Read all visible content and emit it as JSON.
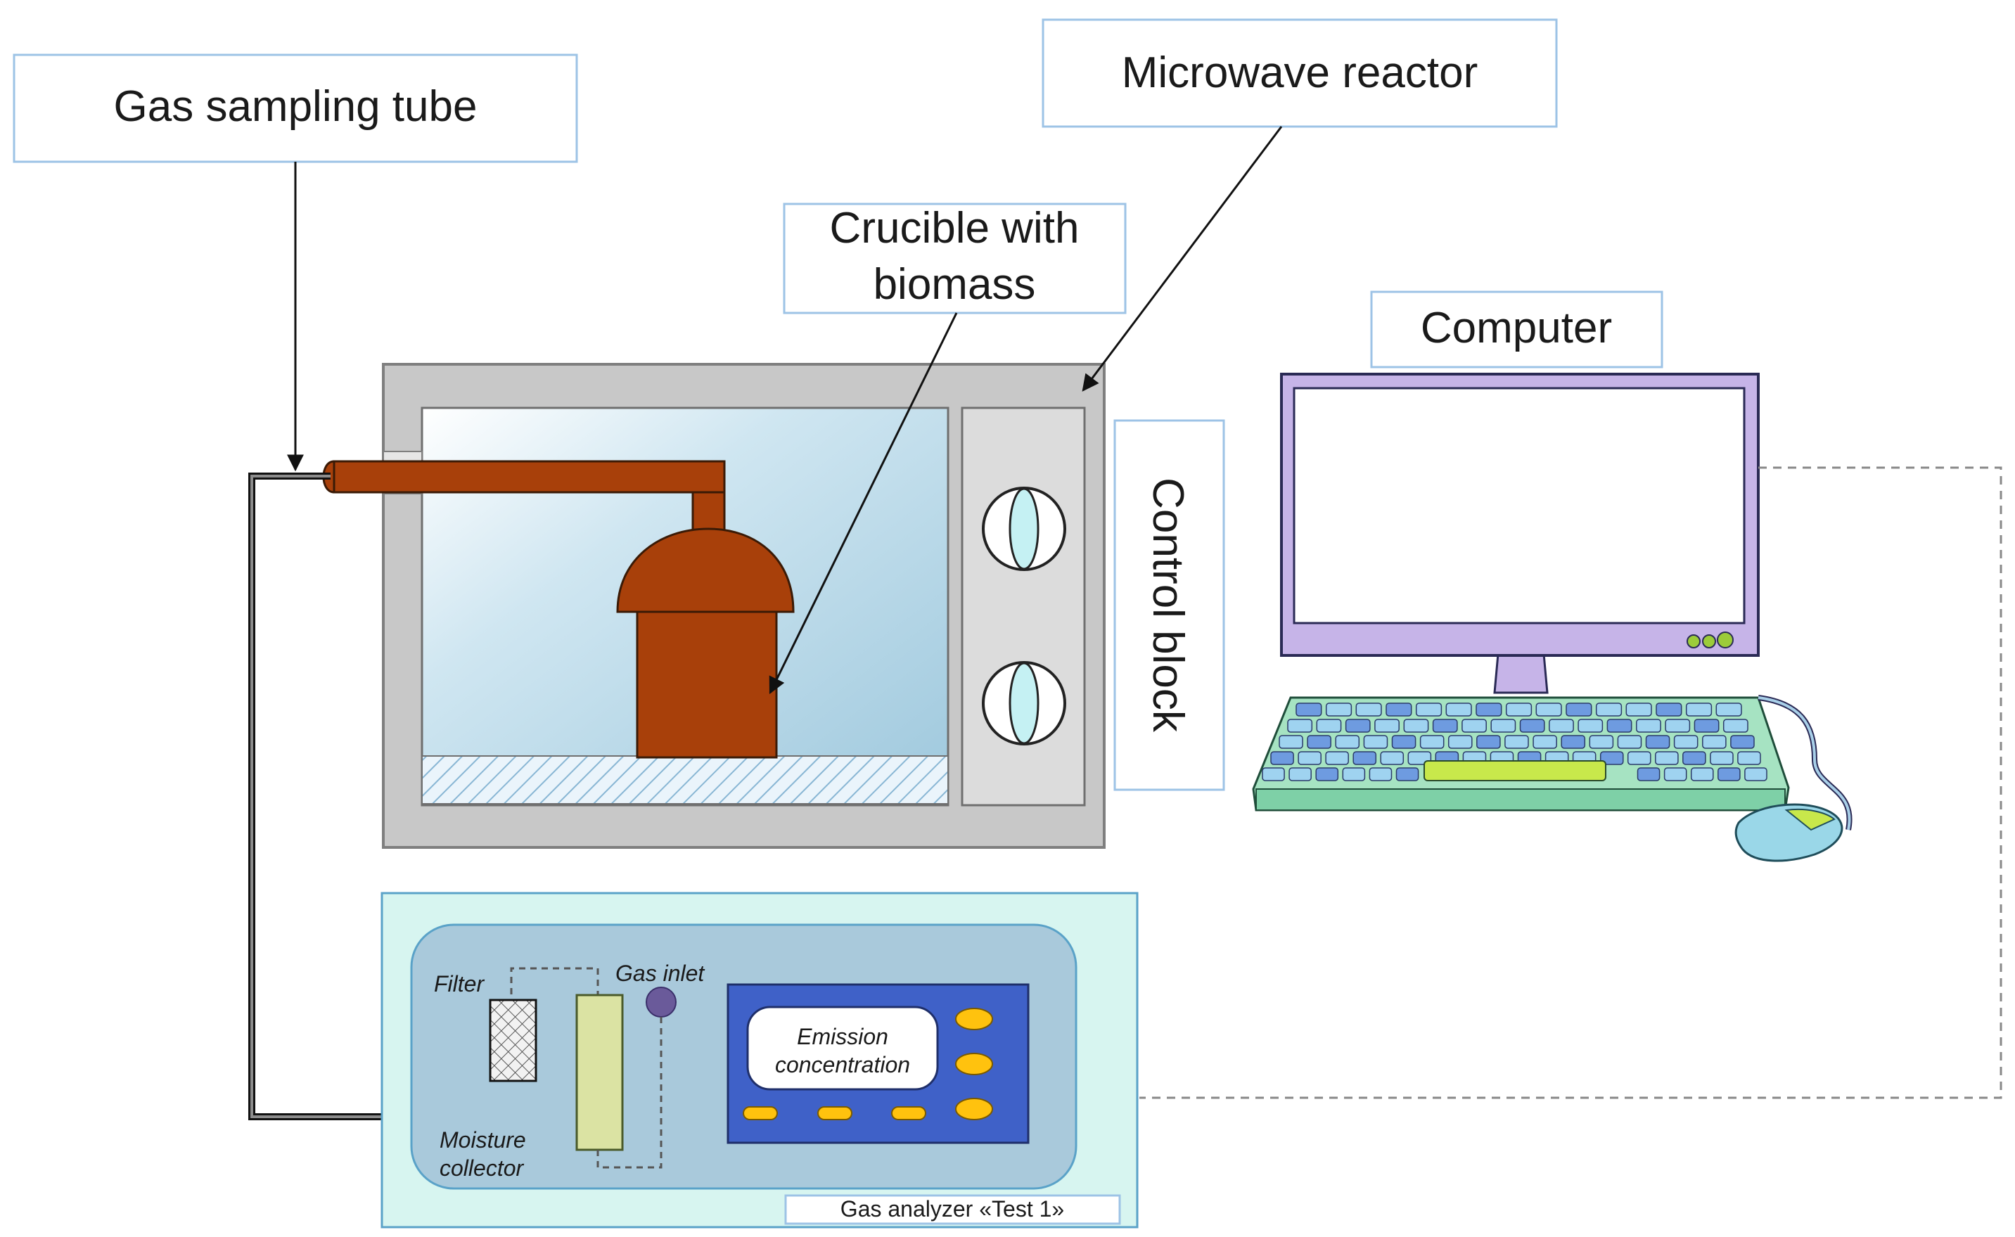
{
  "labels": {
    "gas_sampling_tube": "Gas sampling tube",
    "microwave_reactor": "Microwave reactor",
    "crucible_line1": "Crucible with",
    "crucible_line2": "biomass",
    "computer": "Computer",
    "control_block": "Control block",
    "filter": "Filter",
    "gas_inlet": "Gas inlet",
    "moisture_line1": "Moisture",
    "moisture_line2": "collector",
    "emission_line1": "Emission",
    "emission_line2": "concentration",
    "gas_analyzer": "Gas analyzer «Test 1»"
  },
  "colors": {
    "label_border": "#9dc3e6",
    "reactor_body": "#c8c8c8",
    "chamber": "#b8d9e8",
    "crucible": "#a8400a",
    "monitor": "#c6b4e8",
    "keyboard": "#a6e3c2",
    "analyzer_bg": "#d7f5f0",
    "analyzer_inner": "#a9c9db",
    "panel": "#3f61c8",
    "button": "#ffc20e"
  }
}
